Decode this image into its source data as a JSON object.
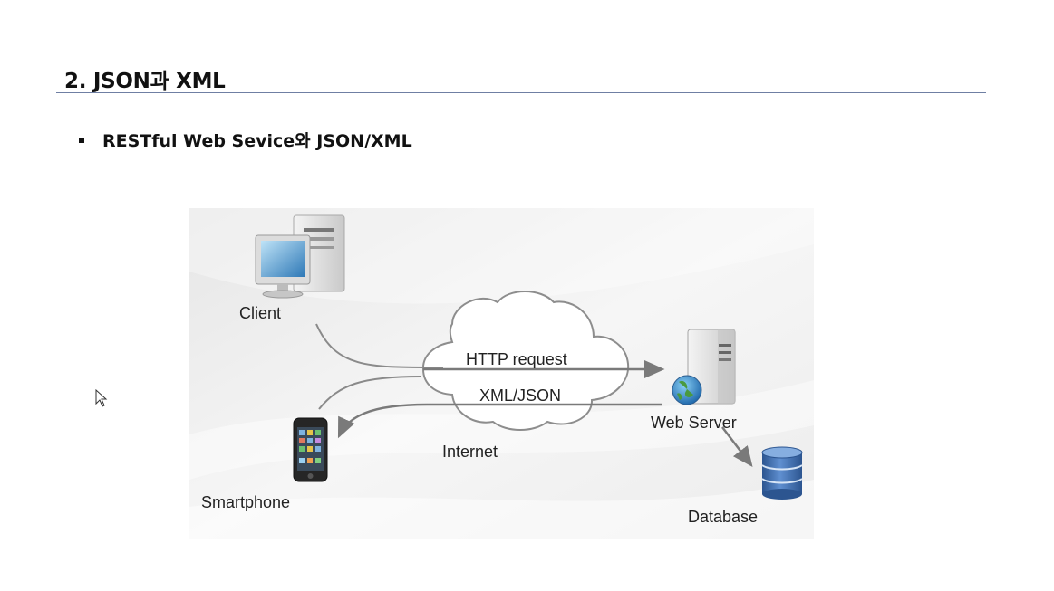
{
  "slide": {
    "title": "2. JSON과 XML",
    "bullet": "RESTful Web Sevice와 JSON/XML"
  },
  "diagram": {
    "labels": {
      "client": "Client",
      "http_request": "HTTP request",
      "xml_json": "XML/JSON",
      "web_server": "Web Server",
      "internet": "Internet",
      "smartphone": "Smartphone",
      "database": "Database"
    }
  },
  "icons": {
    "client": "desktop-computer-icon",
    "cloud": "cloud-icon",
    "server": "server-icon",
    "phone": "smartphone-icon",
    "database": "database-icon",
    "cursor": "mouse-cursor-icon"
  },
  "colors": {
    "rule": "#6f7fa3",
    "arrow": "#7a7a7a",
    "database": "#3f6aa8"
  }
}
